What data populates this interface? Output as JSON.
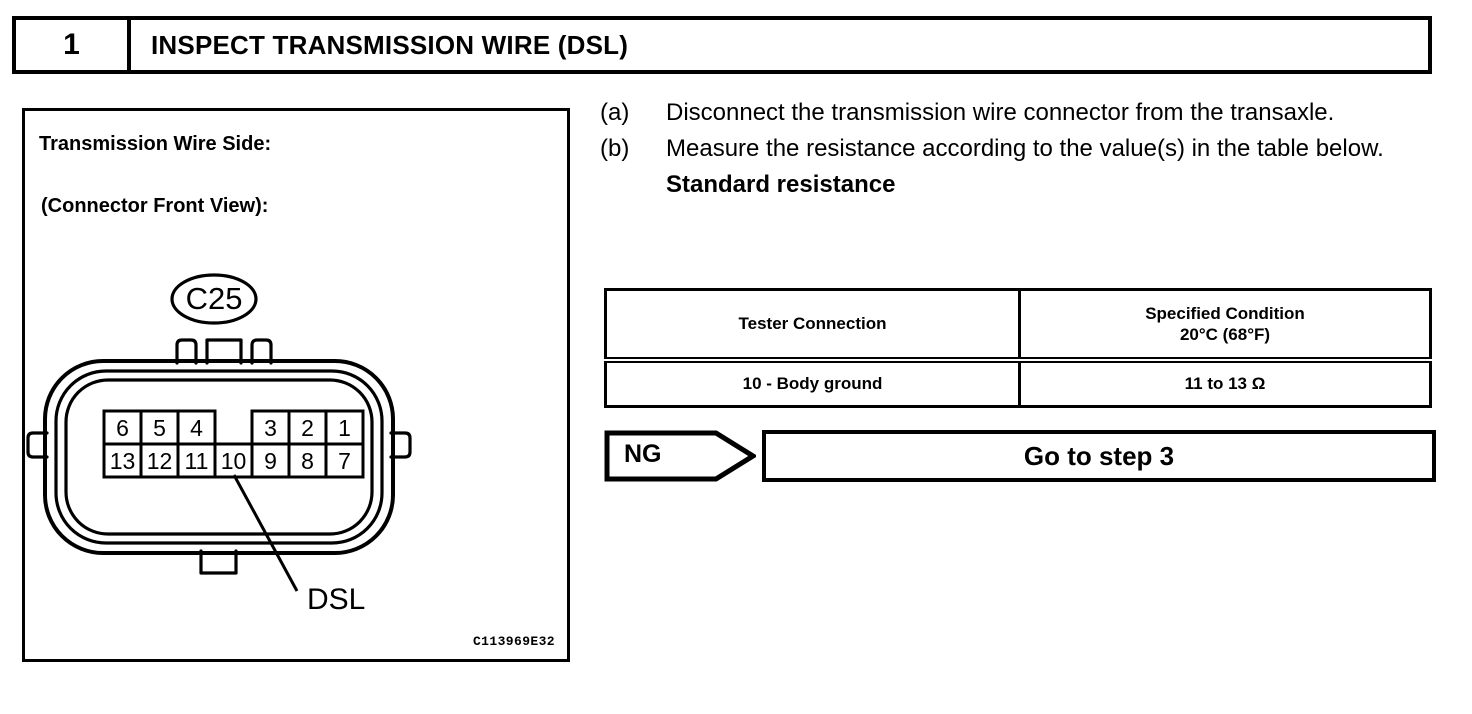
{
  "step_header": {
    "number": "1",
    "title": "INSPECT TRANSMISSION WIRE (DSL)"
  },
  "illustration": {
    "caption_line_1": "Transmission Wire Side:",
    "caption_line_2": "(Connector Front View):",
    "connector_label": "C25",
    "pin_callout_label": "DSL",
    "figure_code": "C113969E32",
    "pin_rows": {
      "top": [
        "6",
        "5",
        "4",
        "",
        "3",
        "2",
        "1"
      ],
      "bottom": [
        "13",
        "12",
        "11",
        "10",
        "9",
        "8",
        "7"
      ]
    },
    "callout_pin": "10"
  },
  "instructions": [
    {
      "marker": "(a)",
      "text": "Disconnect the transmission wire connector from the transaxle."
    },
    {
      "marker": "(b)",
      "text": "Measure the resistance according to the value(s) in the table below."
    }
  ],
  "standard_resistance_label": "Standard resistance",
  "resistance_table": {
    "headers": [
      "Tester Connection",
      "Specified Condition\n20°C (68°F)"
    ],
    "header_specified_line1": "Specified Condition",
    "header_specified_line2": "20°C (68°F)",
    "header_tester": "Tester Connection",
    "rows": [
      {
        "tester_connection": "10 - Body ground",
        "specified_condition": "11 to 13 Ω"
      }
    ]
  },
  "result_flow": {
    "judgement": "NG",
    "action": "Go to step 3"
  },
  "colors": {
    "ink": "#000000",
    "paper": "#ffffff"
  }
}
